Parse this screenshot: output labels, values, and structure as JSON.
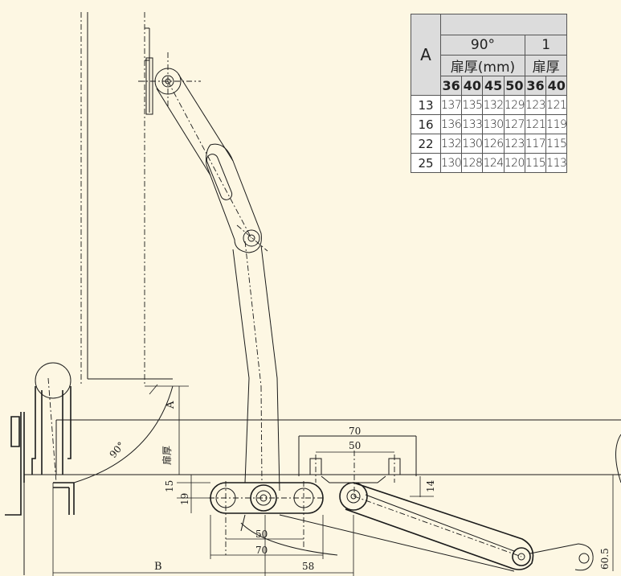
{
  "table": {
    "row_header": "A",
    "groups": [
      {
        "angle": "90°",
        "subheader": "扉厚(mm)",
        "thicknesses": [
          "36",
          "40",
          "45",
          "50"
        ]
      },
      {
        "angle": "1",
        "subheader": "扉厚",
        "thicknesses": [
          "36",
          "40"
        ]
      }
    ],
    "rows": [
      {
        "a": "13",
        "values": [
          "137",
          "135",
          "132",
          "129",
          "123",
          "121"
        ]
      },
      {
        "a": "16",
        "values": [
          "136",
          "133",
          "130",
          "127",
          "121",
          "119"
        ]
      },
      {
        "a": "22",
        "values": [
          "132",
          "130",
          "126",
          "123",
          "117",
          "115"
        ]
      },
      {
        "a": "25",
        "values": [
          "130",
          "128",
          "124",
          "120",
          "115",
          "113"
        ]
      }
    ]
  },
  "dimensions": {
    "d70_top": "70",
    "d50_top": "50",
    "d14": "14",
    "d60_5": "60.5",
    "d15": "15",
    "d19": "19",
    "d50_bottom": "50",
    "d70_bottom": "70",
    "d58": "58",
    "b": "B",
    "a": "A",
    "angle": "90°",
    "door_thickness": "扉厚"
  }
}
